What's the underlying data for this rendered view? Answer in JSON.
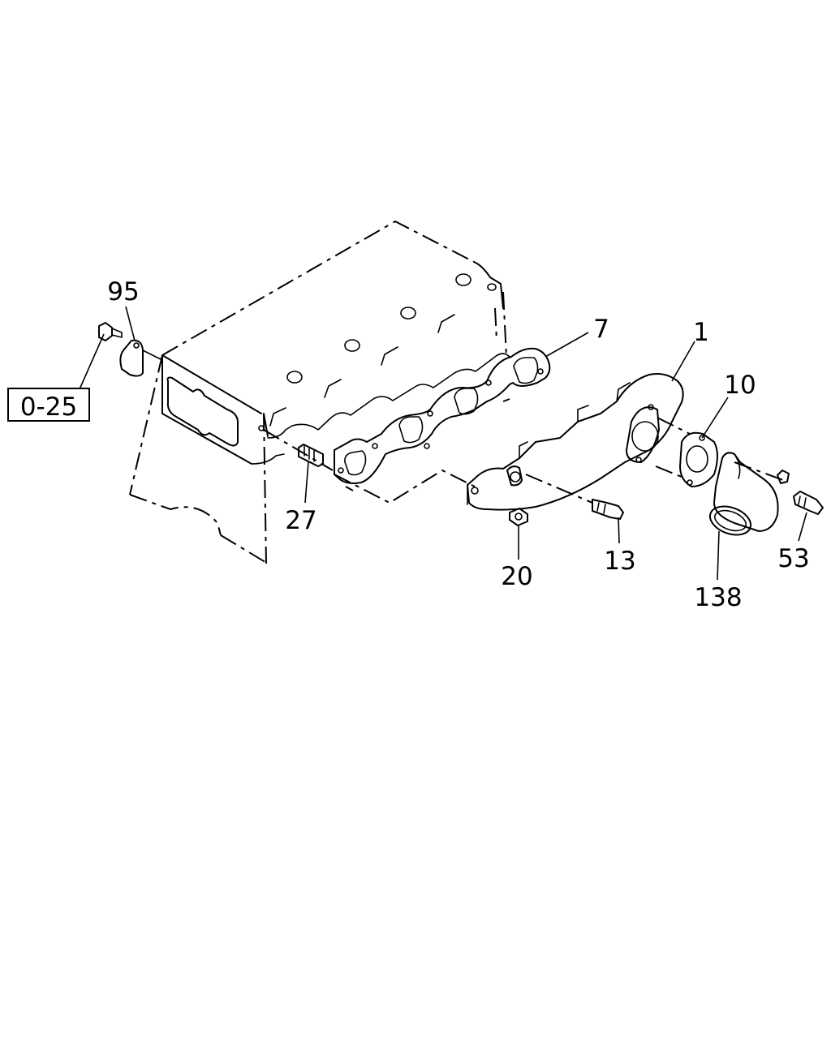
{
  "diagram": {
    "reference_box": {
      "label": "0-25"
    },
    "callouts": [
      {
        "id": "95",
        "label": "95"
      },
      {
        "id": "7",
        "label": "7"
      },
      {
        "id": "1",
        "label": "1"
      },
      {
        "id": "10",
        "label": "10"
      },
      {
        "id": "27",
        "label": "27"
      },
      {
        "id": "20",
        "label": "20"
      },
      {
        "id": "13",
        "label": "13"
      },
      {
        "id": "138",
        "label": "138"
      },
      {
        "id": "53",
        "label": "53"
      }
    ]
  }
}
